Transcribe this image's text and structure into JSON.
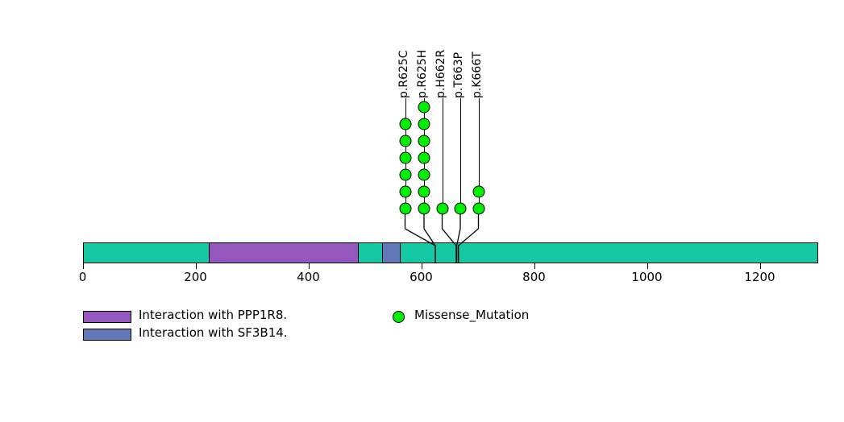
{
  "chart_data": {
    "type": "lollipop",
    "title": "",
    "xlabel": "",
    "ylabel": "",
    "xlim": [
      0,
      1304
    ],
    "axis_ticks": [
      {
        "value": 0,
        "label": "0"
      },
      {
        "value": 200,
        "label": "200"
      },
      {
        "value": 400,
        "label": "400"
      },
      {
        "value": 600,
        "label": "600"
      },
      {
        "value": 800,
        "label": "800"
      },
      {
        "value": 1000,
        "label": "1000"
      },
      {
        "value": 1200,
        "label": "1200"
      }
    ],
    "protein": {
      "length": 1304,
      "backbone_color": "#17C8A5"
    },
    "domains": [
      {
        "name": "Interaction with PPP1R8.",
        "start": 224,
        "end": 490,
        "color": "#9457BE"
      },
      {
        "name": "Interaction with SF3B14.",
        "start": 530,
        "end": 563,
        "color": "#6278B8"
      }
    ],
    "mutations": [
      {
        "label": "p.R625C",
        "position": 625,
        "count": 6,
        "type": "Missense_Mutation",
        "color": "#00EE00"
      },
      {
        "label": "p.R625H",
        "position": 625,
        "count": 7,
        "type": "Missense_Mutation",
        "color": "#00EE00"
      },
      {
        "label": "p.H662R",
        "position": 662,
        "count": 1,
        "type": "Missense_Mutation",
        "color": "#00EE00"
      },
      {
        "label": "p.T663P",
        "position": 663,
        "count": 1,
        "type": "Missense_Mutation",
        "color": "#00EE00"
      },
      {
        "label": "p.K666T",
        "position": 666,
        "count": 2,
        "type": "Missense_Mutation",
        "color": "#00EE00"
      }
    ]
  },
  "legend": {
    "domain_entries": [
      {
        "label": "Interaction with PPP1R8.",
        "color": "#9457BE"
      },
      {
        "label": "Interaction with SF3B14.",
        "color": "#6278B8"
      }
    ],
    "mutation_entries": [
      {
        "label": "Missense_Mutation",
        "color": "#00EE00"
      }
    ]
  }
}
